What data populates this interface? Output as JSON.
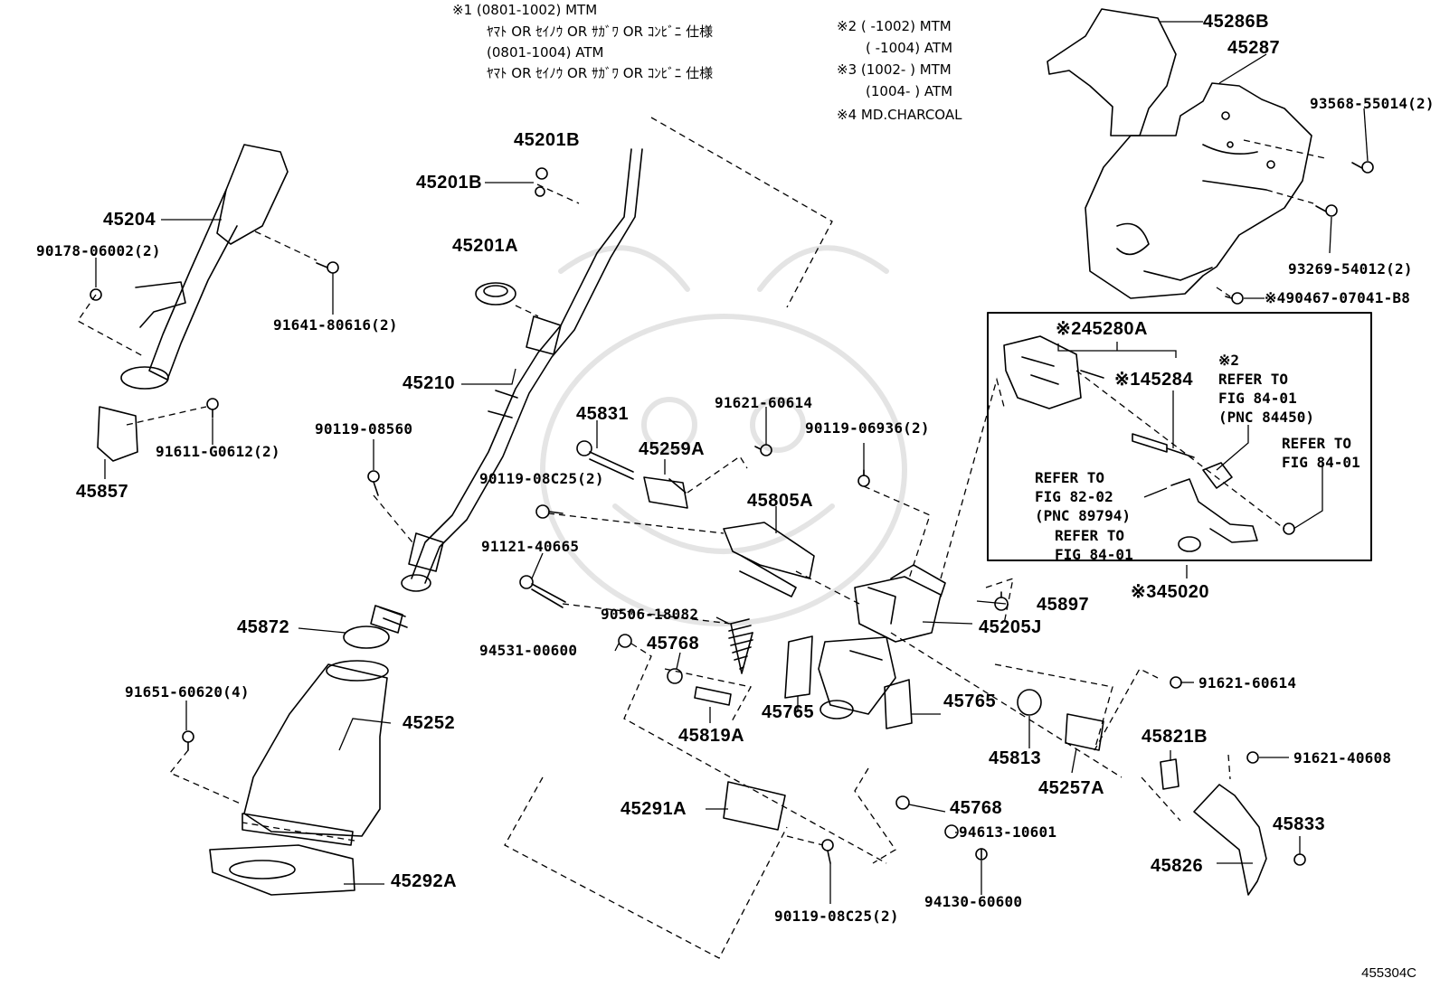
{
  "notes": {
    "note1_line1": "※1 (0801-1002) MTM",
    "note1_line2": "ﾔﾏﾄ OR ｾｲﾉｳ OR ｻｶﾞﾜ OR ｺﾝﾋﾞﾆ 仕様",
    "note1_line3": "(0801-1004) ATM",
    "note1_line4": "ﾔﾏﾄ OR ｾｲﾉｳ OR ｻｶﾞﾜ OR ｺﾝﾋﾞﾆ 仕様",
    "note2_line1": "※2 (      -1002) MTM",
    "note2_line2": "(      -1004) ATM",
    "note3_line1": "※3 (1002-      ) MTM",
    "note3_line2": "(1004-      ) ATM",
    "note4": "※4 MD.CHARCOAL"
  },
  "parts": {
    "p45286B": "45286B",
    "p45287": "45287",
    "p93568": "93568-55014(2)",
    "p93269": "93269-54012(2)",
    "p90467": "※490467-07041-B8",
    "p45280A": "※245280A",
    "p45284": "※145284",
    "p45020": "※345020",
    "p45201B_1": "45201B",
    "p45201B_2": "45201B",
    "p45201A": "45201A",
    "p45210": "45210",
    "p45204": "45204",
    "p90178": "90178-06002(2)",
    "p91641": "91641-80616(2)",
    "p91611": "91611-G0612(2)",
    "p45857": "45857",
    "p90119_08560": "90119-08560",
    "p45872": "45872",
    "p91651": "91651-60620(4)",
    "p45252": "45252",
    "p45292A": "45292A",
    "p45831": "45831",
    "p91621_60614a": "91621-60614",
    "p90119_06936": "90119-06936(2)",
    "p45259A": "45259A",
    "p90119_08C25a": "90119-08C25(2)",
    "p45805A": "45805A",
    "p91121": "91121-40665",
    "p90506": "90506-18082",
    "p94531": "94531-00600",
    "p45768a": "45768",
    "p45819A": "45819A",
    "p45765a": "45765",
    "p45765b": "45765",
    "p45897": "45897",
    "p45205J": "45205J",
    "p45813": "45813",
    "p45257A": "45257A",
    "p91621_60614b": "91621-60614",
    "p45821B": "45821B",
    "p91621_40608": "91621-40608",
    "p45833": "45833",
    "p45826": "45826",
    "p45291A": "45291A",
    "p45768b": "45768",
    "p94613": "94613-10601",
    "p94130": "94130-60600",
    "p90119_08C25b": "90119-08C25(2)"
  },
  "refs": {
    "ref1_l1": "※2",
    "ref1_l2": "REFER TO",
    "ref1_l3": "FIG 84-01",
    "ref1_l4": "(PNC 84450)",
    "ref2_l1": "REFER TO",
    "ref2_l2": "FIG 84-01",
    "ref3_l1": "REFER TO",
    "ref3_l2": "FIG 82-02",
    "ref3_l3": "(PNC 89794)",
    "ref4_l1": "REFER TO",
    "ref4_l2": "FIG 84-01"
  },
  "diagram_code": "455304C"
}
